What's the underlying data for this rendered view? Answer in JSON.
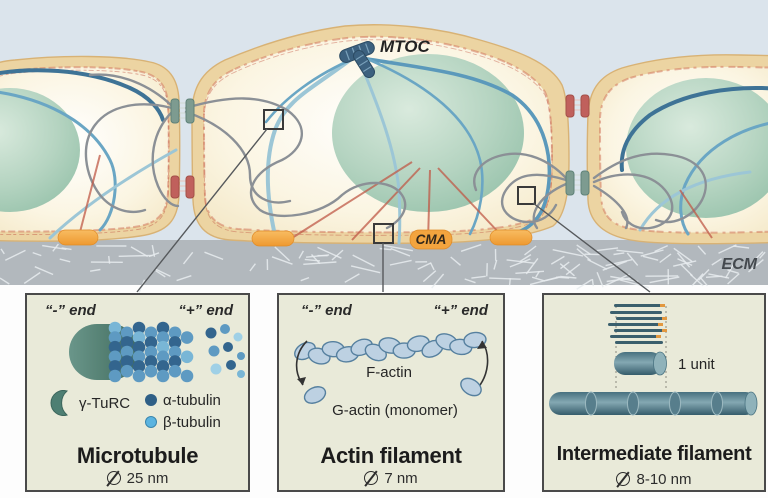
{
  "scene": {
    "mtoc_label": "MTOC",
    "cma_label": "CMA",
    "ecm_label": "ECM"
  },
  "boxes": {
    "microtubule": {
      "minus_end": "“-” end",
      "plus_end": "“+” end",
      "gamma_turc_label": "γ-TuRC",
      "alpha_tubulin_label": "α-tubulin",
      "beta_tubulin_label": "β-tubulin",
      "title": "Microtubule",
      "diameter": "25 nm"
    },
    "actin": {
      "minus_end": "“-” end",
      "plus_end": "“+” end",
      "f_actin_label": "F-actin",
      "g_actin_label": "G-actin (monomer)",
      "title": "Actin filament",
      "diameter": "7 nm"
    },
    "intermediate": {
      "unit_label": "1 unit",
      "title": "Intermediate filament",
      "diameter": "8-10 nm"
    }
  },
  "colors": {
    "background_top": "#dbe4ec",
    "ecm_band": "#b2b8bd",
    "box_background": "#e9ead9",
    "box_border": "#4a4a4a",
    "membrane_tan": "#ecd4a2",
    "cortex_red": "#cf6f58",
    "nucleus_green": "#a9cdb8",
    "microtubule_blue": "#5b99bb",
    "intermediate_gray": "#8b9096",
    "actin_red": "#c05a48",
    "adhesion_orange": "#f3a43e",
    "tubulin_dark": "#2e5f86",
    "tubulin_light": "#5bb4e0",
    "gamma_turc_teal": "#4e7f73"
  }
}
